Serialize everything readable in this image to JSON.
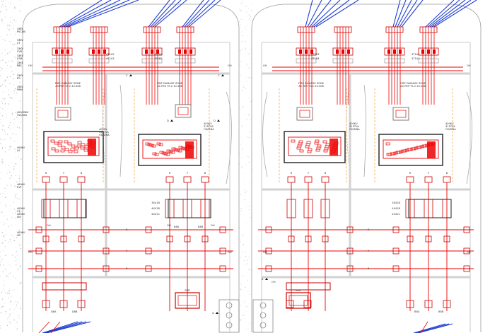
{
  "zone": {
    "line1": "FIRE DAMAGE ZONE",
    "line2": "AS PER TS 2.10.308"
  },
  "left_labels": [
    {
      "a": "33KV",
      "b": "PVC/60"
    },
    {
      "a": "33KV",
      "b": "CT"
    },
    {
      "a": "33KV",
      "b": "CVD"
    },
    {
      "a": "33KV",
      "b": "CSM"
    },
    {
      "a": "33KV",
      "b": "RES"
    },
    {
      "a": "33KV",
      "b": "PT"
    },
    {
      "a": "33KV",
      "b": "PWM"
    },
    {
      "a": "400/33KV",
      "b": "315/400"
    },
    {
      "a": "400KV",
      "b": "LA"
    },
    {
      "a": "400KV",
      "b": "CVT"
    },
    {
      "a": "400KV",
      "b": "CT"
    },
    {
      "a": "400KV",
      "b": "ISO"
    },
    {
      "a": "400KV",
      "b": "CB"
    }
  ],
  "transformer": {
    "a": "400KV",
    "b": "315TVA",
    "c": "OD/DNA"
  },
  "cable_label": "OH",
  "phases": [
    "R",
    "Y",
    "B"
  ],
  "section_marks": [
    "A",
    "B",
    "C",
    "D"
  ],
  "feeder": {
    "a": "3X41B",
    "b": "4X41B",
    "c": "4X41C"
  },
  "bus_tags": [
    "B8A",
    "B8B",
    "D8A",
    "D8B"
  ],
  "rpr": "RPR",
  "bay_tags": [
    "4T1A2",
    "4T1A3",
    "4T1A4",
    "4T1B2",
    "4T1B3",
    "4T1B4"
  ]
}
